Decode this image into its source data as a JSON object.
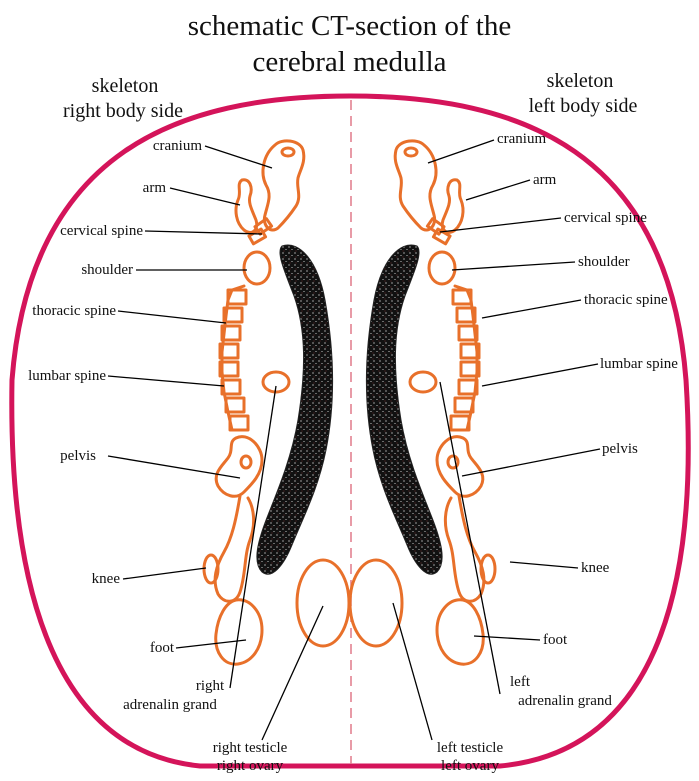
{
  "title": {
    "line1": "schematic CT-section of the",
    "line2": "cerebral medulla"
  },
  "side_labels": {
    "right": {
      "line1": "skeleton",
      "line2": "right body side"
    },
    "left": {
      "line1": "skeleton",
      "line2": "left body side"
    }
  },
  "labels_right_side": {
    "cranium": "cranium",
    "arm": "arm",
    "cervical_spine": "cervical spine",
    "shoulder": "shoulder",
    "thoracic_spine": "thoracic spine",
    "lumbar_spine": "lumbar spine",
    "pelvis": "pelvis",
    "knee": "knee",
    "foot": "foot",
    "adrenal_line1": "right",
    "adrenal_line2": "adrenalin grand",
    "gonad_line1": "right testicle",
    "gonad_line2": "right ovary"
  },
  "labels_left_side": {
    "cranium": "cranium",
    "arm": "arm",
    "cervical_spine": "cervical spine",
    "shoulder": "shoulder",
    "thoracic_spine": "thoracic spine",
    "lumbar_spine": "lumbar spine",
    "pelvis": "pelvis",
    "knee": "knee",
    "foot": "foot",
    "adrenal_line1": "left",
    "adrenal_line2": "adrenalin grand",
    "gonad_line1": "left testicle",
    "gonad_line2": "left ovary"
  },
  "colors": {
    "outline": "#d4145a",
    "skeleton": "#e8702a",
    "midline": "#e07a8a",
    "ventricle": "#111111",
    "leader": "#000000"
  }
}
